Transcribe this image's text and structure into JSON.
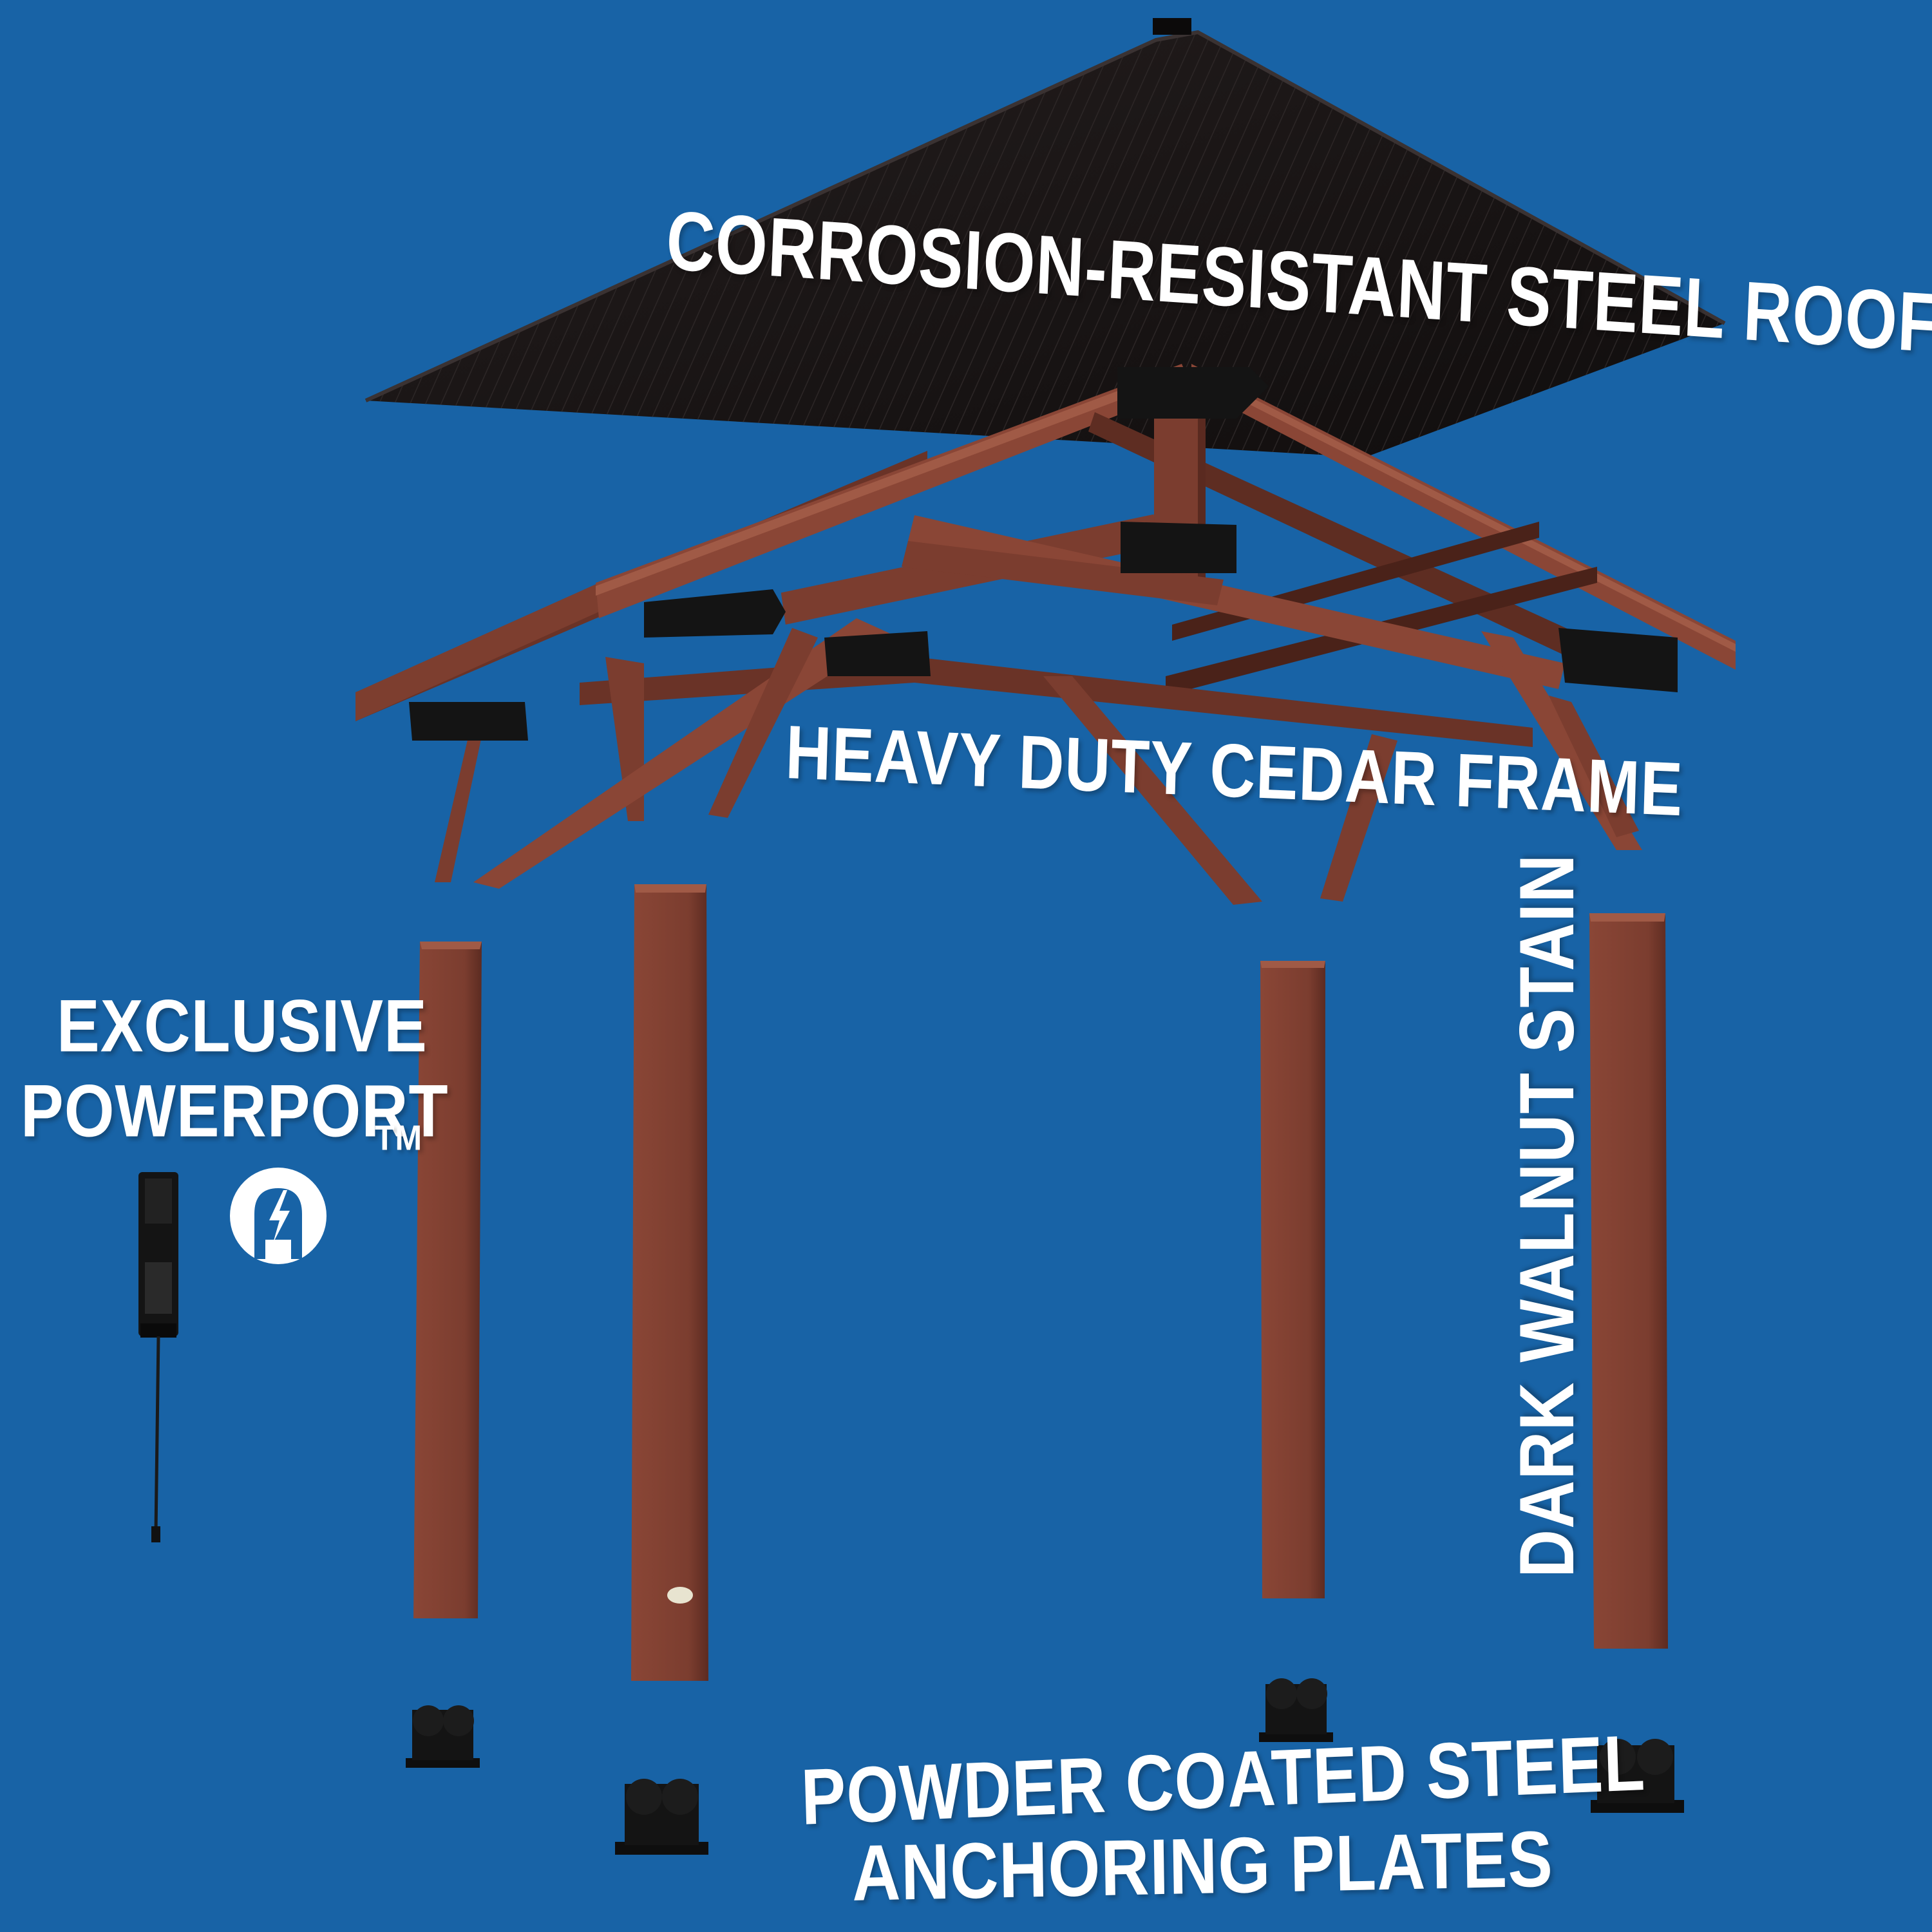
{
  "background_color": "#1863a6",
  "colors": {
    "roof": "#1a1616",
    "cedar": "#7a3c2e",
    "cedar_dark": "#5a2a20",
    "steel": "#141414",
    "text": "#ffffff"
  },
  "labels": {
    "roof": "CORROSION-RESISTANT STEEL ROOF",
    "frame": "HEAVY DUTY CEDAR FRAME",
    "powerport_line1": "EXCLUSIVE",
    "powerport_line2": "POWERPORT",
    "trademark": "TM",
    "stain": "DARK WALNUT STAIN",
    "plates_line1": "POWDER COATED STEEL",
    "plates_line2": "ANCHORING PLATES"
  },
  "icons": {
    "powerport_badge": "power-plug-lightning-icon"
  }
}
